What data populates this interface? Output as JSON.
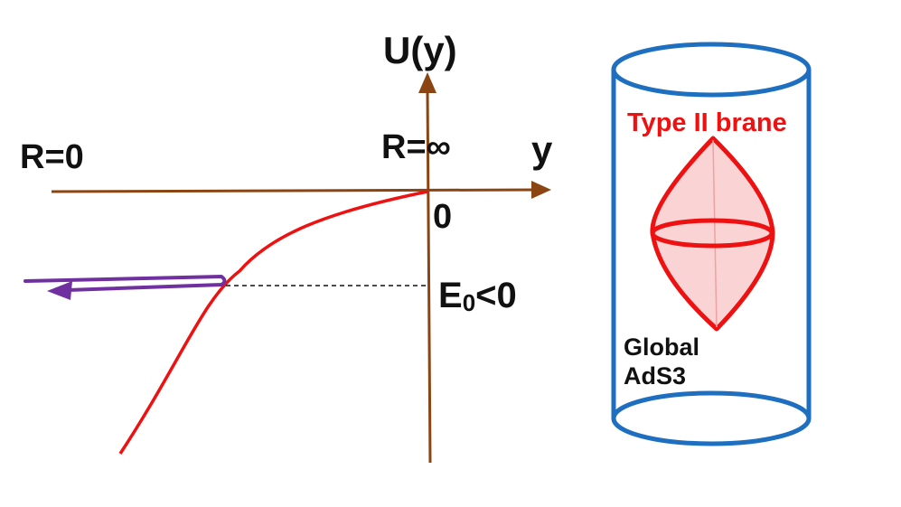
{
  "plot": {
    "y_axis_label": "U(y)",
    "x_axis_label": "y",
    "left_label": "R=0",
    "right_label": "R=∞",
    "origin_label": "0",
    "energy_label_main": "E",
    "energy_label_sub": "0",
    "energy_label_rest": "<0"
  },
  "cylinder": {
    "brane_label": "Type II brane",
    "space_label_line1": "Global",
    "space_label_line2": "AdS3"
  },
  "colors": {
    "axis": "#8B4513",
    "potential_curve": "#EE1111",
    "trajectory": "#7030A0",
    "cylinder": "#1E6FC0",
    "brane_stroke": "#EE1111",
    "brane_fill": "#FAD4D4",
    "text": "#111111",
    "brane_label": "#EE1111"
  },
  "icons": {
    "y_axis_arrow": "arrow-up",
    "x_axis_arrow": "arrow-right",
    "trajectory_arrow": "arrow-left"
  }
}
